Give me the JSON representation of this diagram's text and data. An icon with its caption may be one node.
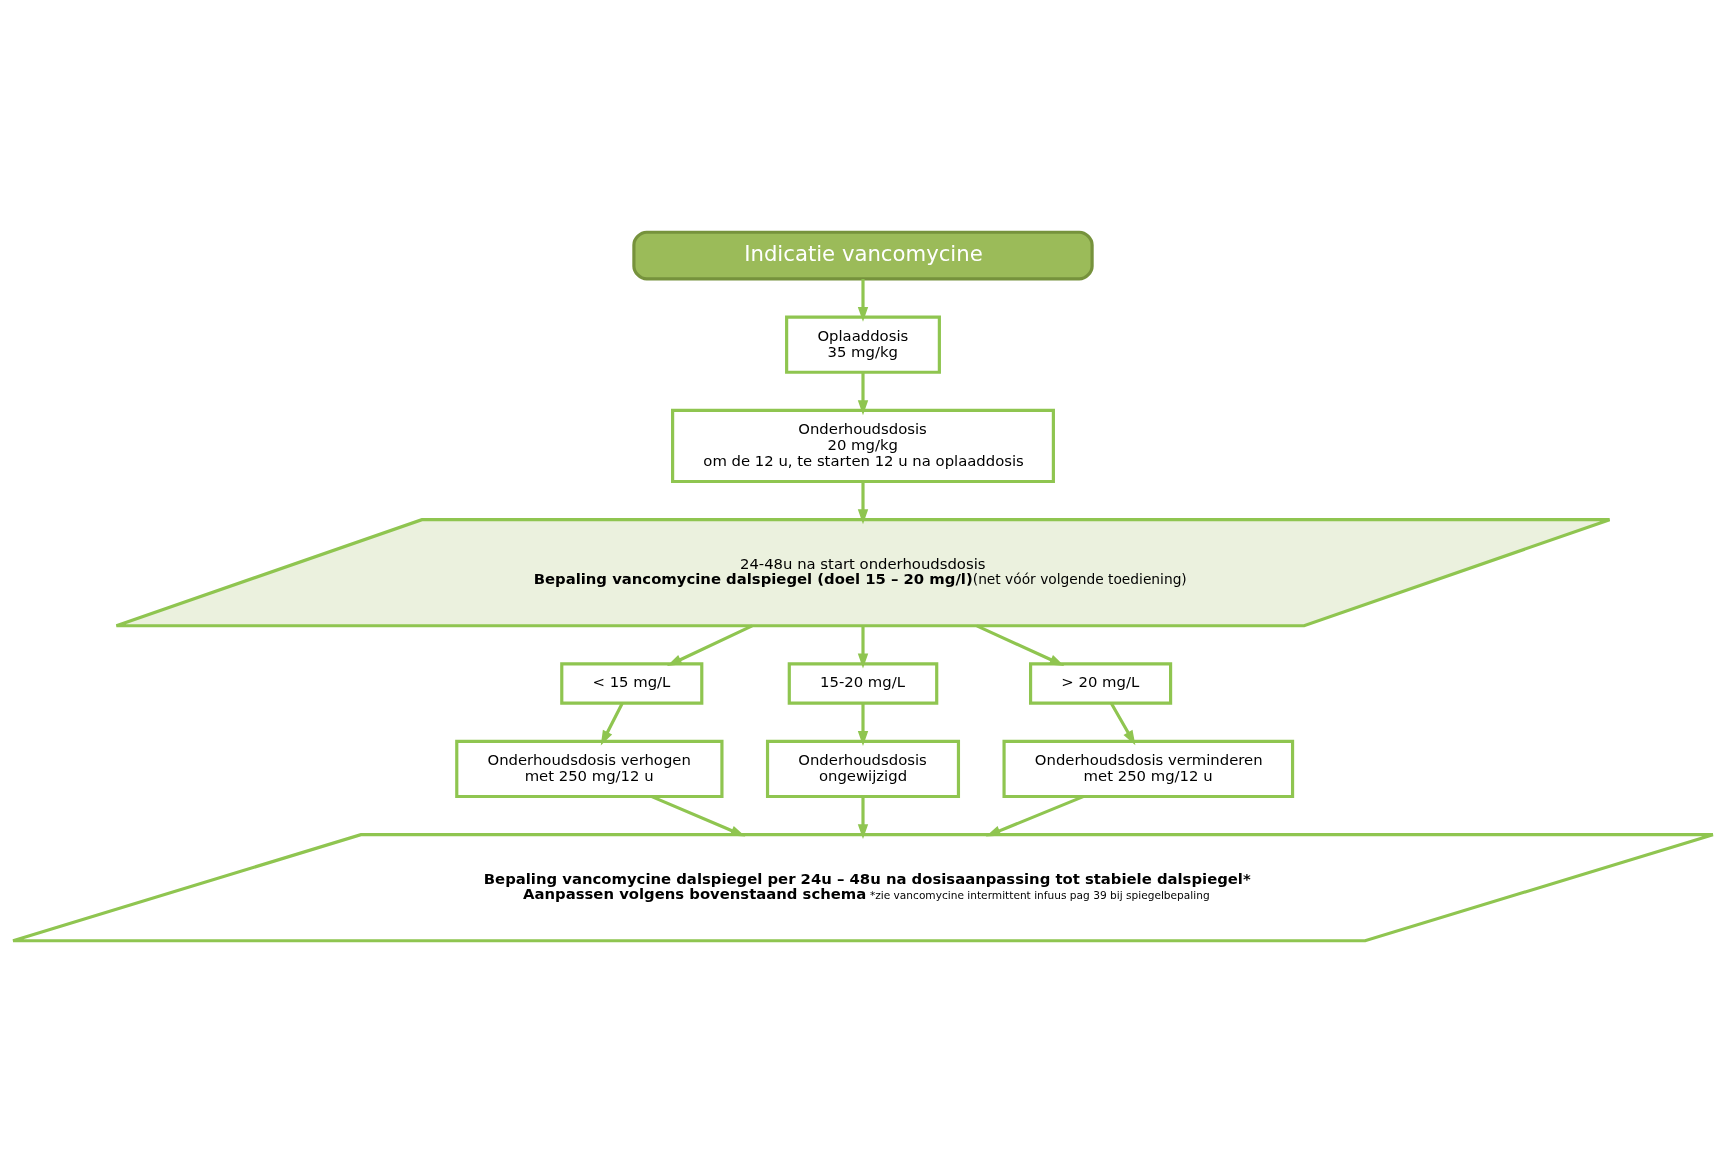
{
  "diagram": {
    "nodes": [
      {
        "text": [
          "Indicatie vancomycine"
        ]
      },
      {
        "text": [
          "Oplaaddosis",
          "35 mg/kg"
        ]
      },
      {
        "text": [
          "Onderhoudsdosis",
          "20 mg/kg",
          "om de 12 u, te starten 12 u na oplaaddosis"
        ]
      },
      {
        "text": [
          "24-48u na start onderhoudsdosis",
          "Bepaling vancomycine dalspiegel (doel 15 – 20 mg/l)",
          "(net vóór volgende toediening)"
        ]
      },
      {
        "text": [
          "< 15 mg/L"
        ]
      },
      {
        "text": [
          "15-20 mg/L"
        ]
      },
      {
        "text": [
          "> 20 mg/L"
        ]
      },
      {
        "text": [
          "Onderhoudsdosis verhogen",
          "met 250 mg/12 u"
        ]
      },
      {
        "text": [
          "Onderhoudsdosis",
          "ongewijzigd"
        ]
      },
      {
        "text": [
          "Onderhoudsdosis verminderen",
          "met 250 mg/12 u"
        ]
      },
      {
        "text": [
          "Bepaling vancomycine dalspiegel per 24u – 48u na dosisaanpassing tot stabiele dalspiegel*",
          "Aanpassen volgens bovenstaand schema",
          "*zie vancomycine intermittent infuus pag 39 bij spiegelbepaling"
        ]
      }
    ],
    "edges": [
      {
        "from": 0,
        "to": 1,
        "arrow": "to"
      },
      {
        "from": 1,
        "to": 2,
        "arrow": "to"
      },
      {
        "from": 2,
        "to": 3,
        "arrow": "to"
      },
      {
        "from": 3,
        "to": 4,
        "arrow": "to"
      },
      {
        "from": 3,
        "to": 5,
        "arrow": "to"
      },
      {
        "from": 3,
        "to": 6,
        "arrow": "to"
      },
      {
        "from": 4,
        "to": 7,
        "arrow": "to"
      },
      {
        "from": 5,
        "to": 8,
        "arrow": "to"
      },
      {
        "from": 6,
        "to": 9,
        "arrow": "to"
      },
      {
        "from": 7,
        "to": 10,
        "arrow": "to"
      },
      {
        "from": 8,
        "to": 10,
        "arrow": "to"
      },
      {
        "from": 9,
        "to": 10,
        "arrow": "to"
      }
    ]
  }
}
